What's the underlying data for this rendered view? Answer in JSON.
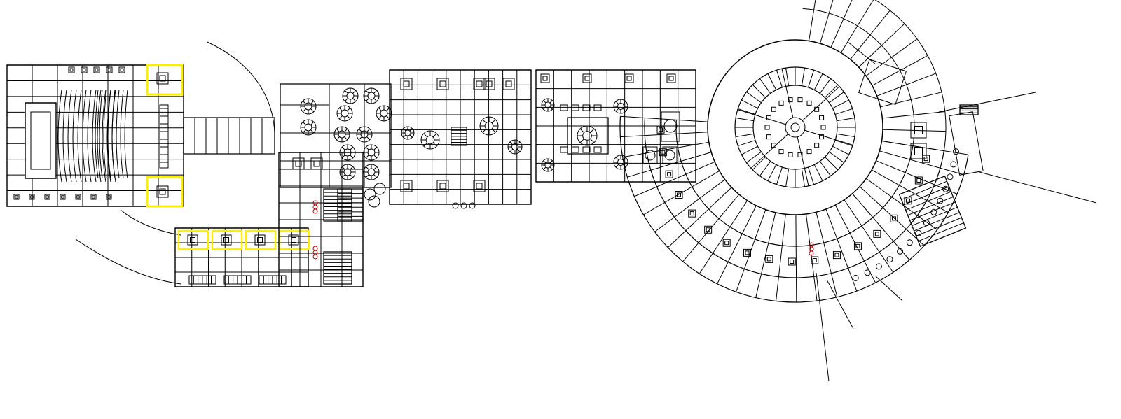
{
  "drawing": {
    "type": "architectural floor plan",
    "background": "#ffffff",
    "line_color": "#000000",
    "highlight_color": "#ffee00",
    "accent_color": "#cc0000",
    "wings": [
      {
        "id": "auditorium-wing",
        "rows": 9,
        "cols": 7
      },
      {
        "id": "lower-wing"
      },
      {
        "id": "stair-core"
      },
      {
        "id": "lounge-wing",
        "round_tables": 12
      },
      {
        "id": "grid-hall"
      },
      {
        "id": "office-wing"
      },
      {
        "id": "rotunda",
        "rings": 4,
        "radial_lines": 40
      }
    ]
  }
}
